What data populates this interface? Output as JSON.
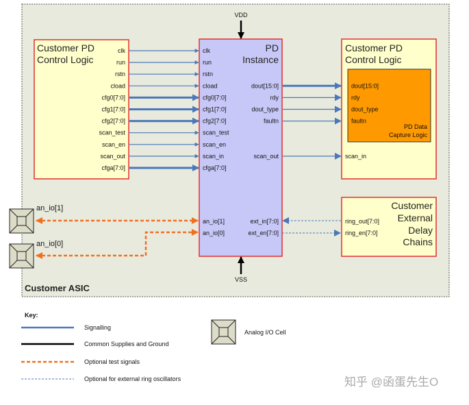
{
  "colors": {
    "asic_bg": "#e8eade",
    "block_fill": "#ffffcc",
    "block_border": "#e03030",
    "pd_fill": "#c8c8f8",
    "capture_fill": "#ff9900",
    "signal": "#4a78b8",
    "supply": "#000000",
    "test": "#f07020",
    "ring": "#4a78b8"
  },
  "asic": {
    "label": "Customer ASIC"
  },
  "power": {
    "vdd": "VDD",
    "vss": "VSS"
  },
  "left_block": {
    "title_line1": "Customer PD",
    "title_line2": "Control Logic",
    "ports": [
      "clk",
      "run",
      "rstn",
      "cload",
      "cfg0[7:0]",
      "cfg1[7:0]",
      "cfg2[7:0]",
      "scan_test",
      "scan_en",
      "scan_out",
      "cfga[7:0]"
    ]
  },
  "pd_instance": {
    "title_line1": "PD",
    "title_line2": "Instance",
    "inputs": [
      "clk",
      "run",
      "rstn",
      "cload",
      "cfg0[7:0]",
      "cfg1[7:0]",
      "cfg2[7:0]",
      "scan_test",
      "scan_en",
      "scan_in",
      "cfga[7:0]"
    ],
    "outputs": [
      "dout[15:0]",
      "rdy",
      "dout_type",
      "faultn",
      "scan_out"
    ],
    "analog": [
      "an_io[1]",
      "an_io[0]"
    ],
    "ext": [
      "ext_in[7:0]",
      "ext_en[7:0]"
    ]
  },
  "right_block": {
    "title_line1": "Customer PD",
    "title_line2": "Control Logic",
    "capture": {
      "title_line1": "PD Data",
      "title_line2": "Capture Logic",
      "ports": [
        "dout[15:0]",
        "rdy",
        "dout_type",
        "faultn"
      ]
    },
    "scan_in": "scan_in"
  },
  "delay_block": {
    "title": [
      "Customer",
      "External",
      "Delay",
      "Chains"
    ],
    "ports": [
      "ring_out[7:0]",
      "ring_en[7:0]"
    ]
  },
  "io_cells": [
    "an_io[1]",
    "an_io[0]"
  ],
  "key": {
    "title": "Key:",
    "items": [
      "Signalling",
      "Common Supplies and Ground",
      "Optional test signals",
      "Optional for external ring oscillators"
    ],
    "io_cell_label": "Analog I/O Cell"
  },
  "watermark": "知乎 @函蛋先生O"
}
